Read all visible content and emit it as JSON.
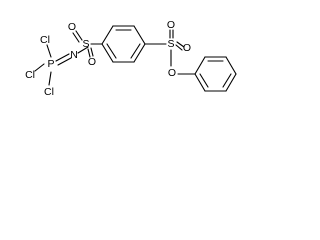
{
  "molecule": {
    "atoms": {
      "p": "P",
      "n": "N",
      "cl_top": "Cl",
      "cl_left": "Cl",
      "cl_bottom": "Cl",
      "s_left": "S",
      "o_left_top": "O",
      "o_left_bottom": "O",
      "s_right": "S",
      "o_right_top": "O",
      "o_right_side": "O",
      "o_ester": "O"
    }
  }
}
